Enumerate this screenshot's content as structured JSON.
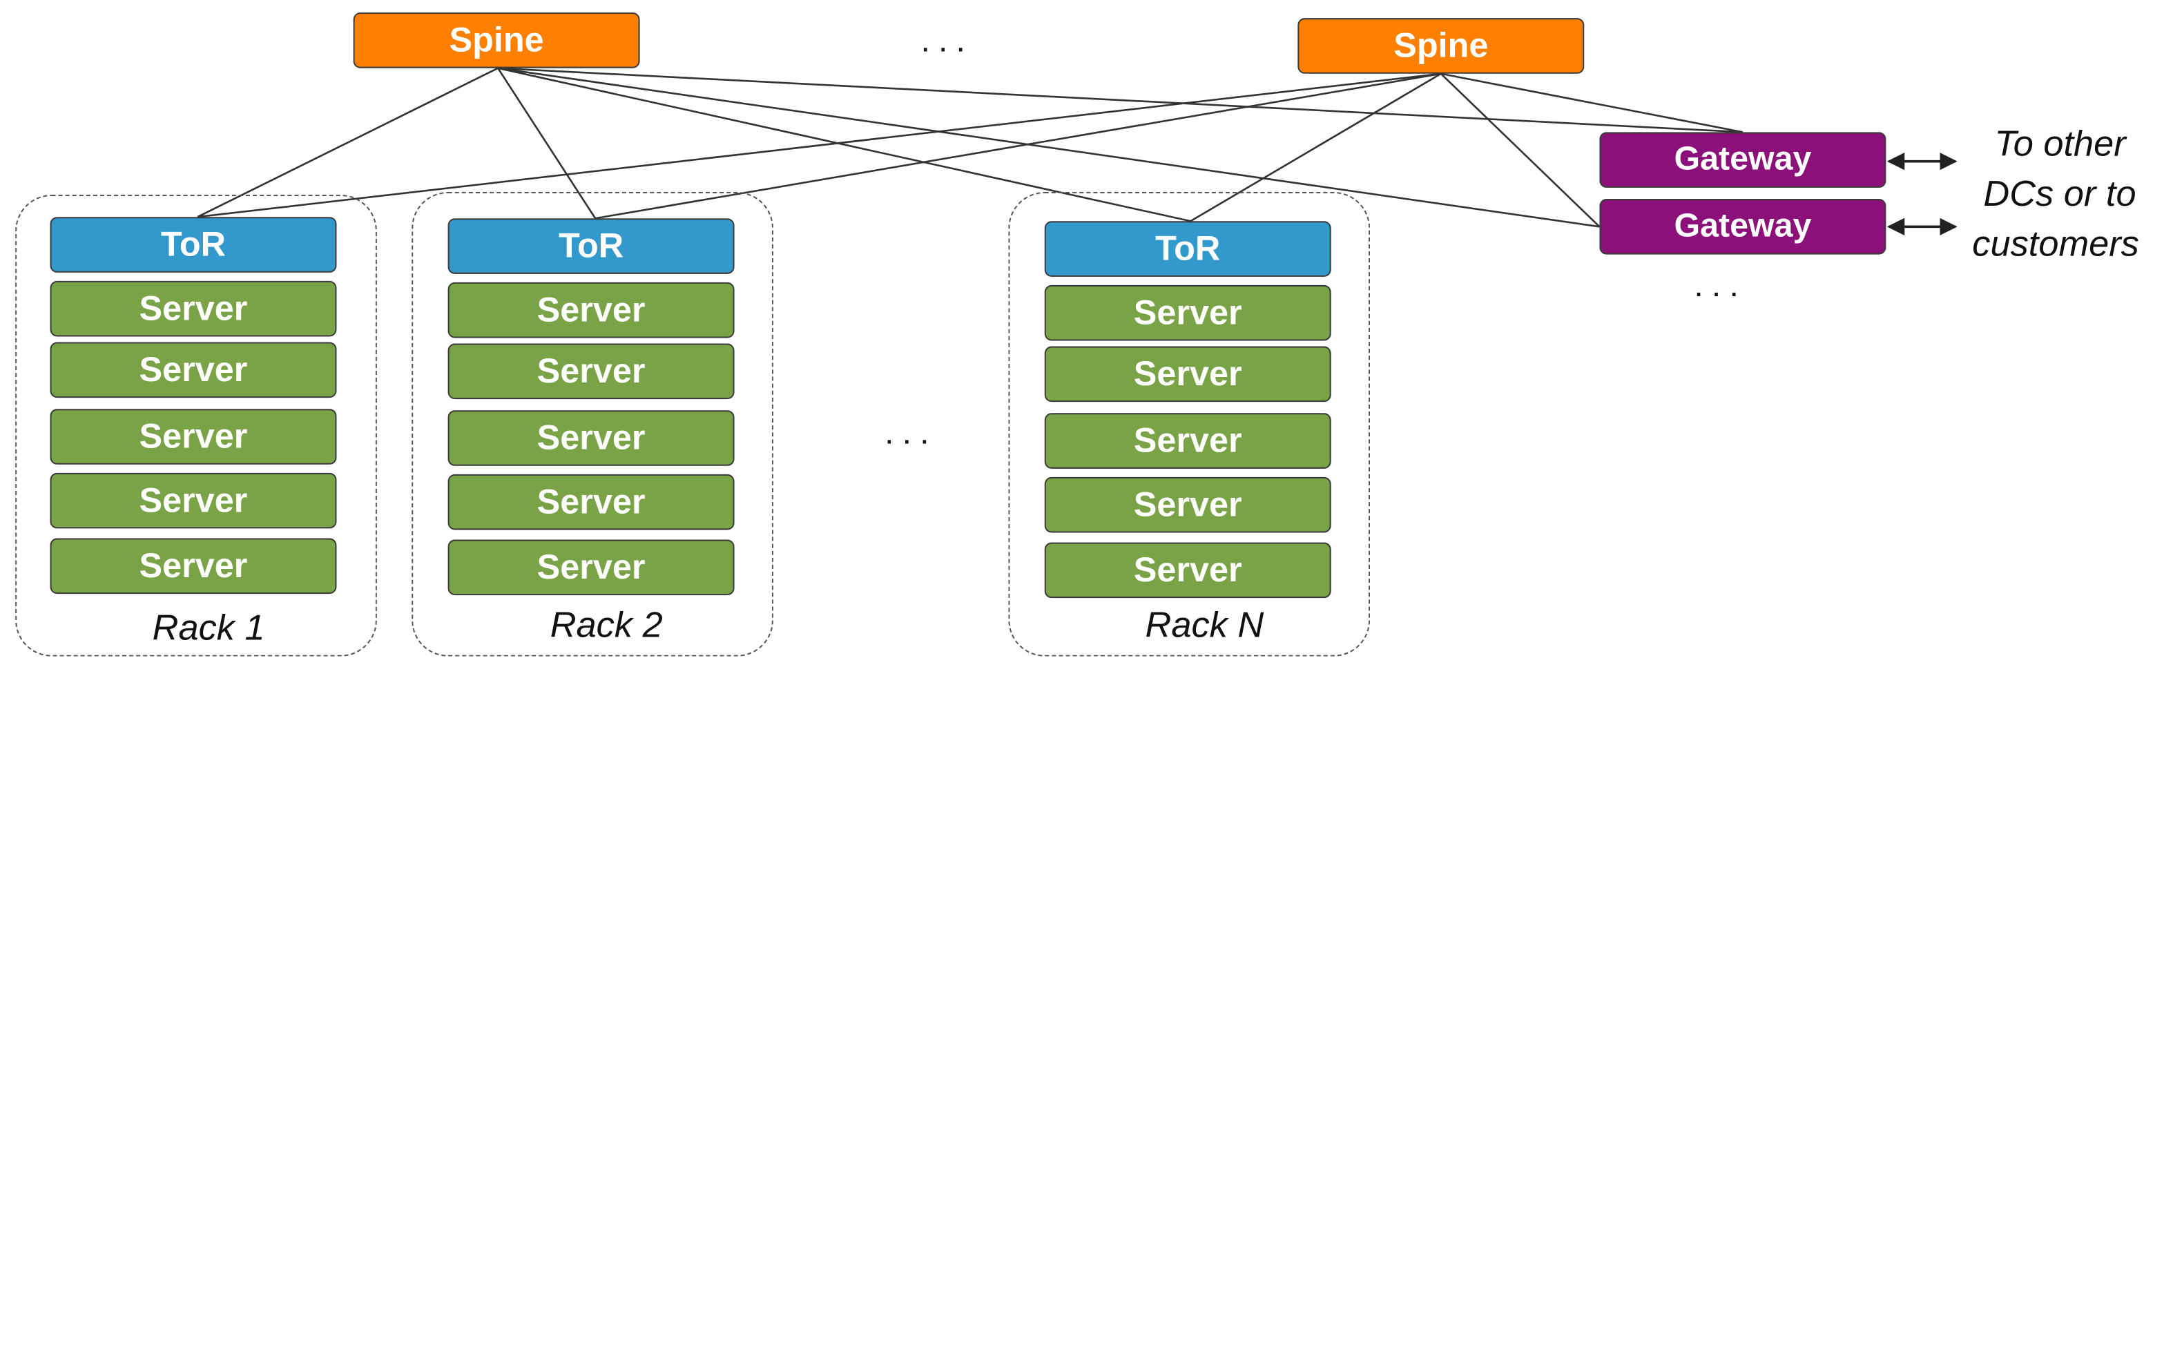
{
  "spines": [
    {
      "label": "Spine"
    },
    {
      "label": "Spine"
    }
  ],
  "spine_ellipsis": "...",
  "racks": [
    {
      "tor_label": "ToR",
      "servers": [
        "Server",
        "Server",
        "Server",
        "Server",
        "Server"
      ],
      "label": "Rack 1"
    },
    {
      "tor_label": "ToR",
      "servers": [
        "Server",
        "Server",
        "Server",
        "Server",
        "Server"
      ],
      "label": "Rack 2"
    },
    {
      "tor_label": "ToR",
      "servers": [
        "Server",
        "Server",
        "Server",
        "Server",
        "Server"
      ],
      "label": "Rack N"
    }
  ],
  "rack_ellipsis": "...",
  "gateways": [
    {
      "label": "Gateway"
    },
    {
      "label": "Gateway"
    }
  ],
  "gateway_ellipsis": "...",
  "external_text": [
    "To other",
    "DCs or to",
    "customers"
  ],
  "colors": {
    "spine": "#ff7f00",
    "tor": "#3399cc",
    "server": "#79a346",
    "gateway": "#8b1079",
    "link": "#333333"
  },
  "links": [
    {
      "from": "spine-1",
      "to": "tor-rack-1"
    },
    {
      "from": "spine-1",
      "to": "tor-rack-2"
    },
    {
      "from": "spine-1",
      "to": "tor-rack-n"
    },
    {
      "from": "spine-1",
      "to": "gateway-1"
    },
    {
      "from": "spine-1",
      "to": "gateway-2"
    },
    {
      "from": "spine-2",
      "to": "tor-rack-1"
    },
    {
      "from": "spine-2",
      "to": "tor-rack-2"
    },
    {
      "from": "spine-2",
      "to": "tor-rack-n"
    },
    {
      "from": "spine-2",
      "to": "gateway-1"
    },
    {
      "from": "spine-2",
      "to": "gateway-2"
    }
  ]
}
